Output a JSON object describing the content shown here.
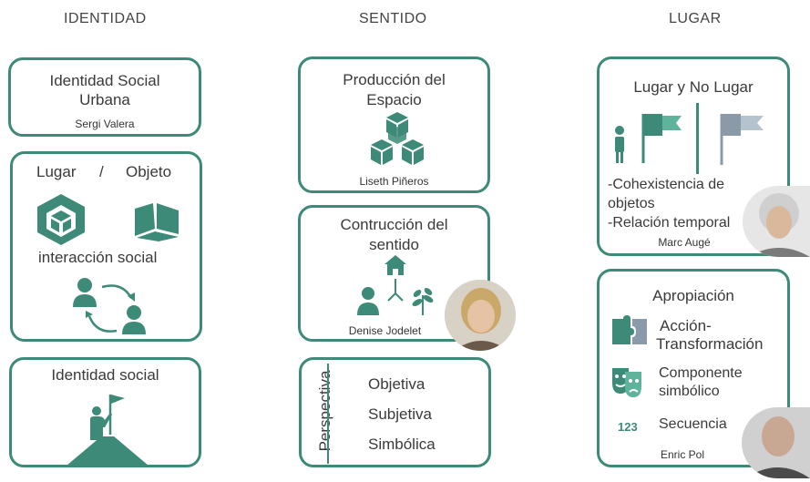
{
  "headers": {
    "identidad": "IDENTIDAD",
    "sentido": "SENTIDO",
    "lugar": "LUGAR"
  },
  "col1": {
    "card1": {
      "title1": "Identidad Social",
      "title2": "Urbana",
      "author": "Sergi Valera"
    },
    "card2": {
      "lugar": "Lugar",
      "slash": "/",
      "objeto": "Objeto",
      "interaccion": "interacción social"
    },
    "card3": {
      "title": "Identidad social"
    }
  },
  "col2": {
    "card1": {
      "title1": "Producción del",
      "title2": "Espacio",
      "author": "Liseth Piñeros"
    },
    "card2": {
      "title1": "Contrucción del",
      "title2": "sentido",
      "author": "Denise Jodelet"
    },
    "card3": {
      "vertical": "Perspectiva",
      "items": [
        "Objetiva",
        "Subjetiva",
        "Simbólica"
      ]
    }
  },
  "col3": {
    "card1": {
      "title": "Lugar y No Lugar",
      "line1": "-Cohexistencia de",
      "line2": "objetos",
      "line3": "-Relación temporal",
      "author": "Marc Augé"
    },
    "card2": {
      "title": "Apropiación",
      "accion1": "Acción-",
      "accion2": "Transformación",
      "comp1": "Componente",
      "comp2": "simbólico",
      "num": "123",
      "secuencia": "Secuencia",
      "author": "Enric Pol"
    }
  },
  "colors": {
    "accent": "#3c8a77",
    "light_accent": "#5fb39a",
    "gray": "#8a9aa8",
    "light_gray": "#b5c3cf"
  }
}
